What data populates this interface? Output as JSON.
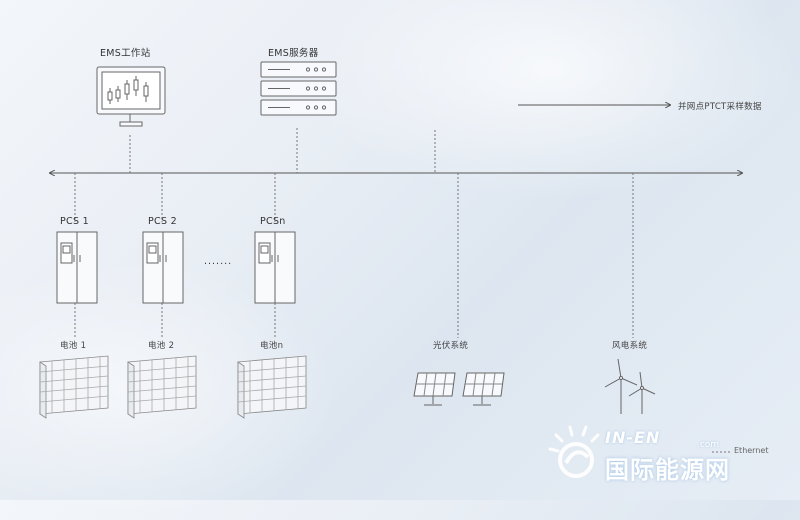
{
  "top": {
    "ems_workstation": "EMS工作站",
    "ems_server": "EMS服务器",
    "ptct_note": "并网点PTCT采样数据"
  },
  "pcs": [
    "PCS 1",
    "PCS 2",
    "PCSn"
  ],
  "pcs_ellipsis": ".......",
  "batteries": [
    "电池 1",
    "电池 2",
    "电池n"
  ],
  "pv_system": "光伏系统",
  "wind_system": "风电系统",
  "legend": {
    "ethernet": "Ethernet"
  },
  "watermark": {
    "brand": "IN-EN",
    "domain": ".com",
    "name_cn": "国际能源网"
  },
  "colors": {
    "line": "#555555",
    "device_stroke": "#6b6b6b",
    "background": "#e9eef5",
    "watermark": "#ffffff"
  }
}
